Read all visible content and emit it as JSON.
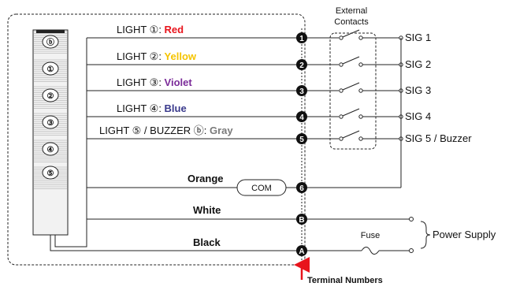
{
  "external_contacts_label": [
    "External",
    "Contacts"
  ],
  "tower_segments": [
    "ⓑ",
    "①",
    "②",
    "③",
    "④",
    "⑤"
  ],
  "wires": [
    {
      "prefix": "LIGHT ①: ",
      "name": "Red",
      "color": "#e8141c",
      "terminal": "1",
      "signal": "SIG 1"
    },
    {
      "prefix": "LIGHT ②: ",
      "name": "Yellow",
      "color": "#f5c400",
      "terminal": "2",
      "signal": "SIG 2"
    },
    {
      "prefix": "LIGHT ③: ",
      "name": "Violet",
      "color": "#7b2c99",
      "terminal": "3",
      "signal": "SIG 3"
    },
    {
      "prefix": "LIGHT ④: ",
      "name": "Blue",
      "color": "#3a3a8c",
      "terminal": "4",
      "signal": "SIG 4"
    },
    {
      "prefix": "LIGHT ⑤ / BUZZER ⓑ: ",
      "name": "Gray",
      "color": "#7a7a7a",
      "terminal": "5",
      "signal": "SIG 5 / Buzzer"
    }
  ],
  "orange": {
    "name": "Orange",
    "color": "#e8731e",
    "com_label": "COM",
    "terminal": "6"
  },
  "white": {
    "name": "White",
    "terminal": "B"
  },
  "black": {
    "name": "Black",
    "terminal": "A"
  },
  "fuse_label": "Fuse",
  "power_supply_label": "Power Supply",
  "terminal_numbers_label": "Terminal Numbers"
}
